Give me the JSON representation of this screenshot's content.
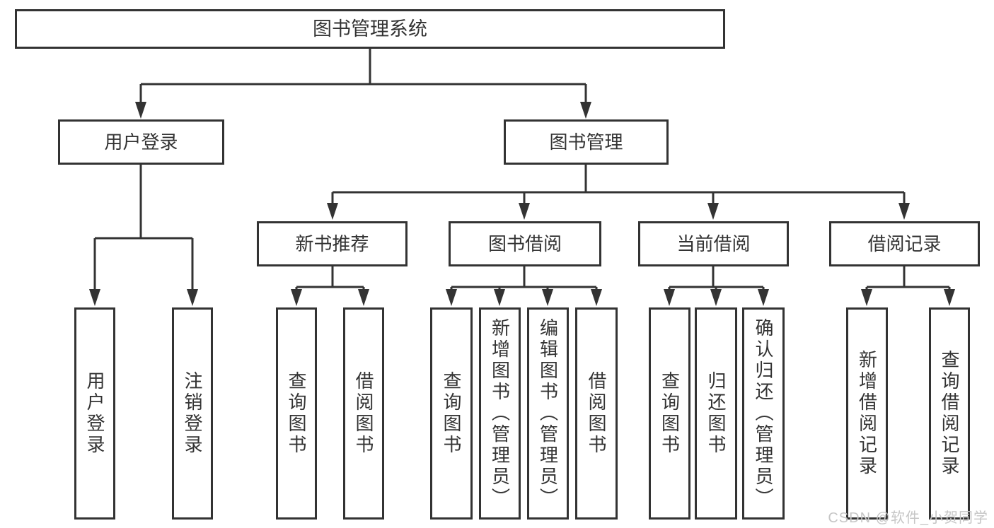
{
  "tree": {
    "root": {
      "label": "图书管理系统"
    },
    "level2": [
      {
        "label": "用户登录",
        "children": [
          {
            "label": "用户登录"
          },
          {
            "label": "注销登录"
          }
        ]
      },
      {
        "label": "图书管理",
        "children": [
          {
            "label": "新书推荐",
            "children": [
              {
                "label": "查询图书"
              },
              {
                "label": "借阅图书"
              }
            ]
          },
          {
            "label": "图书借阅",
            "children": [
              {
                "label": "查询图书"
              },
              {
                "label": "新增图书（管理员）"
              },
              {
                "label": "编辑图书（管理员）"
              },
              {
                "label": "借阅图书"
              }
            ]
          },
          {
            "label": "当前借阅",
            "children": [
              {
                "label": "查询图书"
              },
              {
                "label": "归还图书"
              },
              {
                "label": "确认归还（管理员）"
              }
            ]
          },
          {
            "label": "借阅记录",
            "children": [
              {
                "label": "新增借阅记录"
              },
              {
                "label": "查询借阅记录"
              }
            ]
          }
        ]
      }
    ]
  },
  "watermark": {
    "text": "CSDN @软件_小贺同学"
  },
  "colors": {
    "line": "#333333",
    "box_border": "#333333",
    "text": "#333333",
    "background": "#ffffff",
    "watermark_text": "#c6c6c6"
  }
}
